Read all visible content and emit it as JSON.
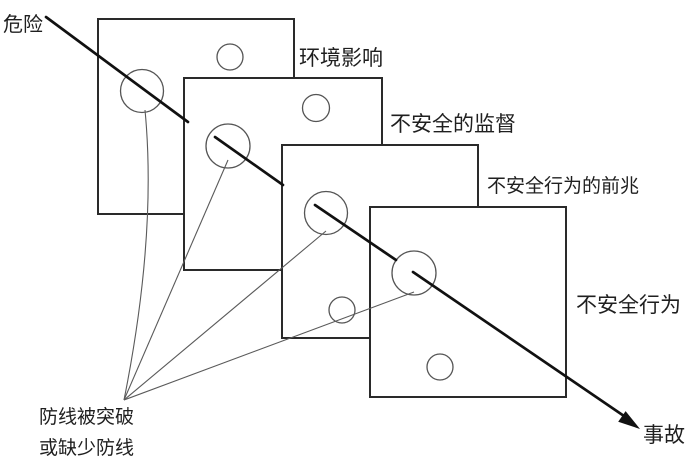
{
  "colors": {
    "background": "#ffffff",
    "ink": "#1f1f1f",
    "panel_border": "#2a2a2a",
    "arrow": "#111111"
  },
  "labels": {
    "hazard": "危险",
    "accident": "事故",
    "breach_line1": "防线被突破",
    "breach_line2": "或缺少防线"
  },
  "layers": [
    {
      "name": "环境影响",
      "holes": 2
    },
    {
      "name": "不安全的监督",
      "holes": 2
    },
    {
      "name": "不安全行为的前兆",
      "holes": 2
    },
    {
      "name": "不安全行为",
      "holes": 2
    }
  ]
}
